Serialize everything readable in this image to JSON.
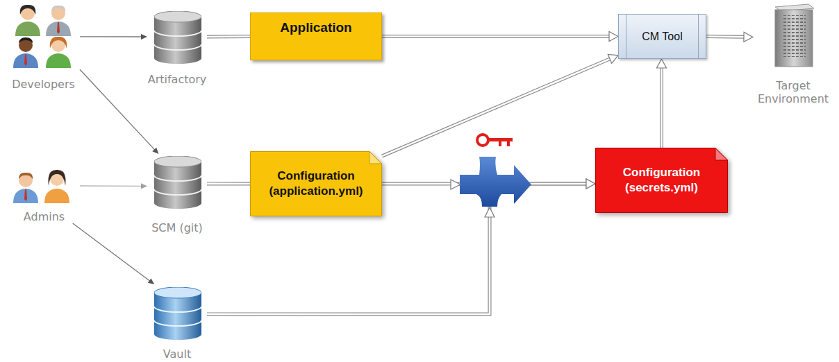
{
  "diagram": {
    "nodes": [
      {
        "text": [
          "Developers"
        ]
      },
      {
        "text": [
          "Artifactory"
        ]
      },
      {
        "text": [
          "Application"
        ]
      },
      {
        "text": [
          "CM Tool"
        ]
      },
      {
        "text": [
          "Target Environment"
        ]
      },
      {
        "text": [
          "Admins"
        ]
      },
      {
        "text": [
          "SCM (git)"
        ]
      },
      {
        "text": [
          "Configuration (application.yml)"
        ]
      },
      {
        "text": [
          "Configuration (secrets.yml)"
        ]
      },
      {
        "text": [
          "Vault"
        ]
      }
    ],
    "edges": [
      {
        "from": 0,
        "to": 1,
        "arrow": "to"
      },
      {
        "from": 0,
        "to": 6,
        "arrow": "to"
      },
      {
        "from": 5,
        "to": 6,
        "arrow": "to"
      },
      {
        "from": 5,
        "to": 9,
        "arrow": "to"
      },
      {
        "from": 1,
        "to": 2,
        "arrow": "none"
      },
      {
        "from": 2,
        "to": 3,
        "arrow": "to"
      },
      {
        "from": 3,
        "to": 4,
        "arrow": "to"
      },
      {
        "from": 6,
        "to": 7,
        "arrow": "none"
      },
      {
        "from": 7,
        "to": 3,
        "arrow": "to"
      },
      {
        "from": 7,
        "to": 8,
        "arrow": "to"
      },
      {
        "from": 9,
        "to": 8,
        "arrow": "to"
      },
      {
        "from": 8,
        "to": 3,
        "arrow": "to"
      }
    ]
  }
}
